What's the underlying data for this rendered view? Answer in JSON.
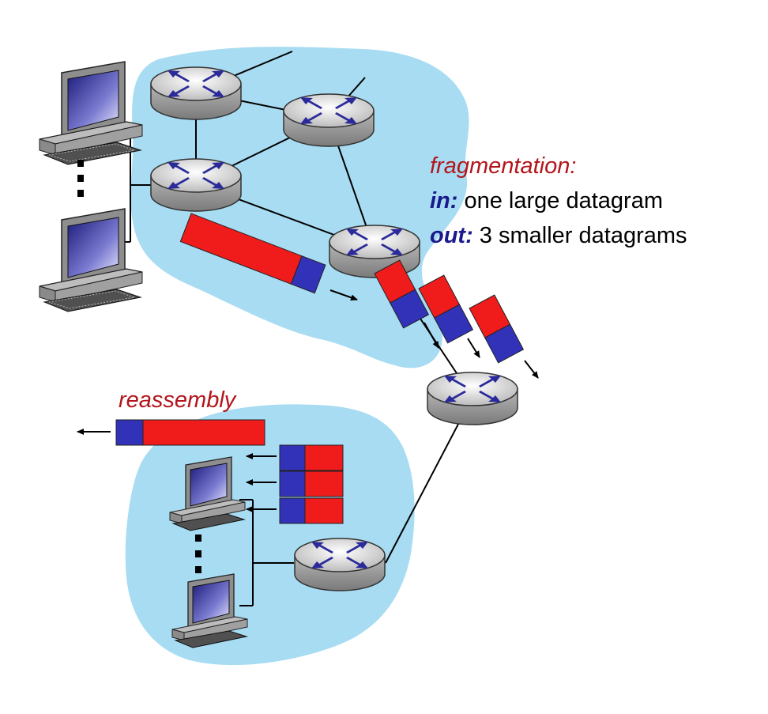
{
  "colors": {
    "cloud": "#a8dcf2",
    "fragment_red": "#f01c1c",
    "fragment_blue": "#3232b8",
    "label_red": "#b3151b",
    "label_blue": "#1a1a8c",
    "router_body": "#c8c8c8",
    "router_arrows": "#2a2a9a"
  },
  "icons": [
    "router-icon",
    "desktop-computer-icon",
    "vertical-ellipsis-icon",
    "arrow-icon"
  ],
  "labels": {
    "fragmentation_title": "fragmentation:",
    "in_key": "in:",
    "in_text": " one large datagram",
    "out_key": "out:",
    "out_text": " 3 smaller datagrams",
    "reassembly": "reassembly"
  },
  "counts": {
    "fragments_out": 3,
    "routers": 6,
    "hosts": 4
  }
}
